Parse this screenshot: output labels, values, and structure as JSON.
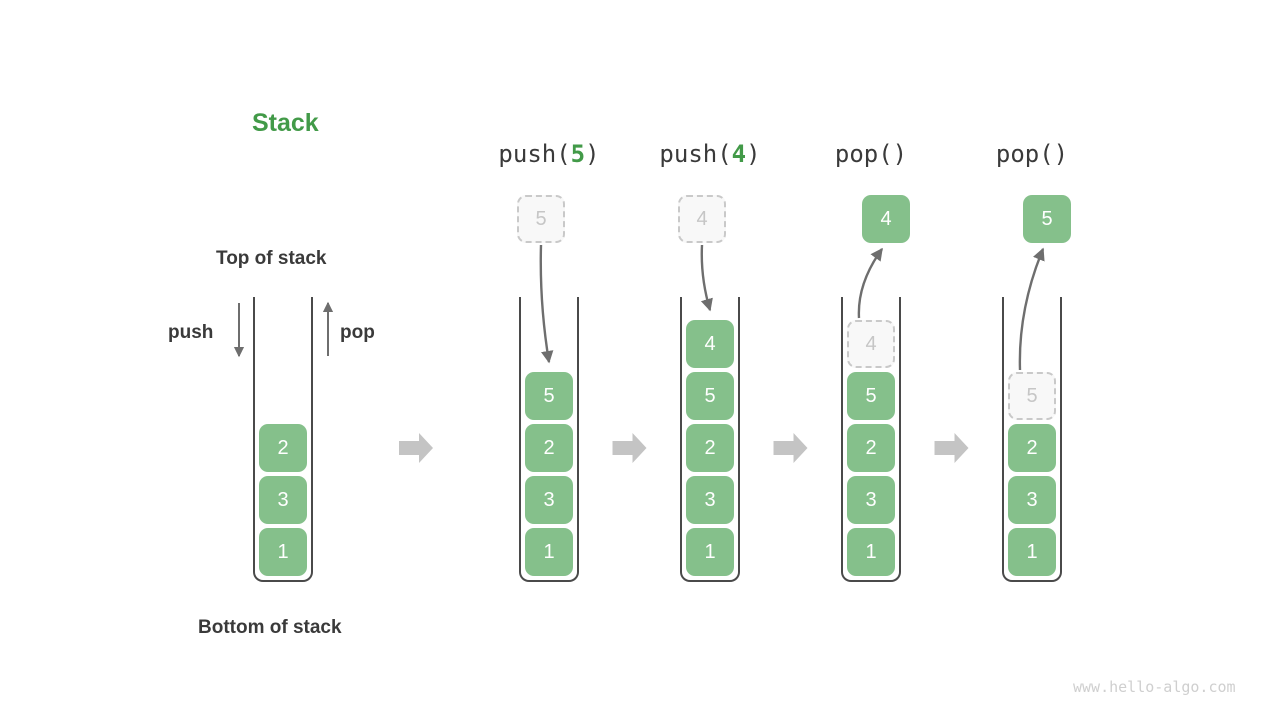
{
  "diagram": {
    "title": "Stack",
    "top_label": "Top of stack",
    "bottom_label": "Bottom of stack",
    "push_label": "push",
    "pop_label": "pop",
    "watermark": "www.hello-algo.com",
    "colors": {
      "accent_green": "#429a48",
      "cell_green": "#85c08b",
      "cell_text": "#ffffff",
      "ghost_fill": "#f8f8f8",
      "ghost_border": "#c9c9c9",
      "ghost_text": "#c6c6c6",
      "container_line": "#4a4a4a",
      "arrow_gray": "#6e6e6e",
      "step_arrow_gray": "#c4c4c4",
      "label_dark": "#3a3a3a",
      "watermark_gray": "#cfcfcf",
      "background": "#ffffff"
    }
  },
  "initial_stack": {
    "name": "initial",
    "cells": [
      "2",
      "3",
      "1"
    ]
  },
  "steps": [
    {
      "op_name": "push",
      "op_prefix": "push(",
      "op_arg": "5",
      "op_suffix": ")",
      "kind": "push",
      "floating_value": "5",
      "floating_state": "ghost",
      "cells": [
        "5",
        "2",
        "3",
        "1"
      ],
      "ghost_index": -1
    },
    {
      "op_name": "push",
      "op_prefix": "push(",
      "op_arg": "4",
      "op_suffix": ")",
      "kind": "push",
      "floating_value": "4",
      "floating_state": "ghost",
      "cells": [
        "4",
        "5",
        "2",
        "3",
        "1"
      ],
      "ghost_index": -1
    },
    {
      "op_name": "pop",
      "op_prefix": "pop(",
      "op_arg": "",
      "op_suffix": ")",
      "kind": "pop",
      "floating_value": "4",
      "floating_state": "solid",
      "cells": [
        "4",
        "5",
        "2",
        "3",
        "1"
      ],
      "ghost_index": 0
    },
    {
      "op_name": "pop",
      "op_prefix": "pop(",
      "op_arg": "",
      "op_suffix": ")",
      "kind": "pop",
      "floating_value": "5",
      "floating_state": "solid",
      "cells": [
        "5",
        "2",
        "3",
        "1"
      ],
      "ghost_index": 0
    }
  ],
  "step_arrows": [
    {
      "name": "step-arrow-1"
    },
    {
      "name": "step-arrow-2"
    },
    {
      "name": "step-arrow-3"
    },
    {
      "name": "step-arrow-4"
    }
  ]
}
